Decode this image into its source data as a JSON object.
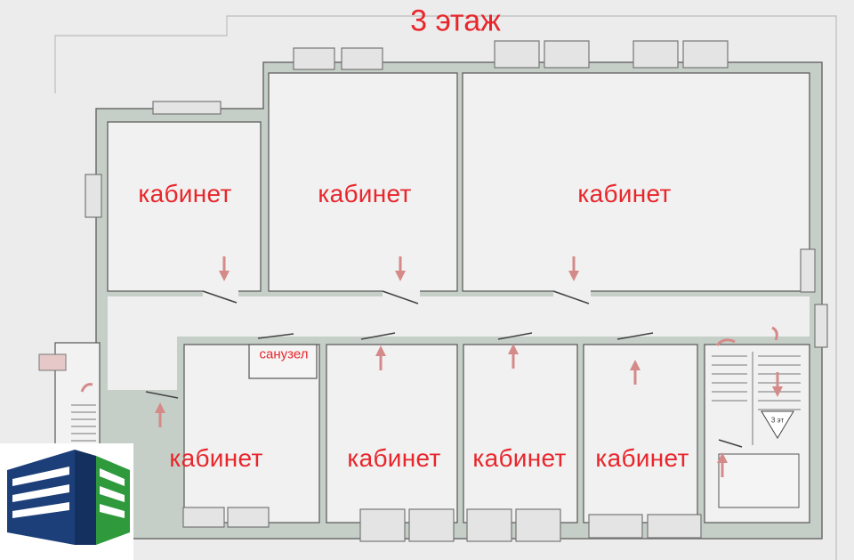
{
  "title": "3 этаж",
  "rooms": [
    {
      "label": "кабинет"
    },
    {
      "label": "кабинет"
    },
    {
      "label": "кабинет"
    },
    {
      "label": "кабинет"
    },
    {
      "label": "кабинет"
    },
    {
      "label": "кабинет"
    },
    {
      "label": "кабинет"
    }
  ],
  "wc": {
    "label": "санузел"
  },
  "stair_sign": "3 эт",
  "colors": {
    "label": "#e8262b",
    "wall": "#c6cfc7",
    "logo_blue": "#1c3f7a",
    "logo_green": "#2e9a3c"
  },
  "icons": [
    "door-direction-arrow",
    "stair-direction-arrow",
    "company-logo-building"
  ]
}
